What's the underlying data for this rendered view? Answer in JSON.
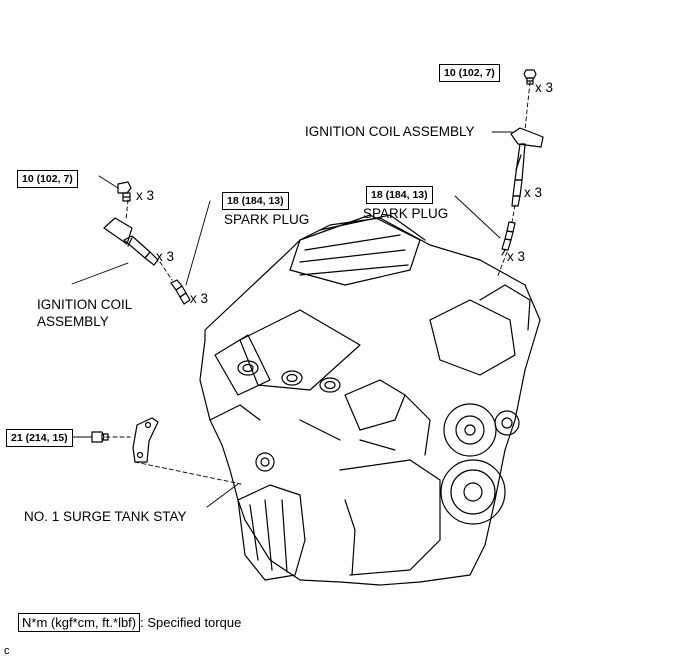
{
  "figure": {
    "callouts": {
      "torque_upper_right": "10 (102, 7)",
      "torque_upper_left": "10 (102, 7)",
      "torque_plug_left": "18 (184, 13)",
      "torque_plug_right": "18 (184, 13)",
      "torque_stay": "21 (214, 15)"
    },
    "labels": {
      "coil_right": "IGNITION COIL ASSEMBLY",
      "spark_left": "SPARK PLUG",
      "spark_right": "SPARK PLUG",
      "coil_left_line1": "IGNITION COIL",
      "coil_left_line2": "ASSEMBLY",
      "stay": "NO. 1 SURGE TANK STAY"
    },
    "quantities": {
      "bolt_right": "x 3",
      "coil_right": "x 3",
      "plug_right": "x 3",
      "bolt_left": "x 3",
      "coil_left": "x 3",
      "plug_left": "x 3"
    },
    "legend": {
      "unit": "N*m (kgf*cm, ft.*lbf)",
      "text": ": Specified torque"
    },
    "code": "c"
  }
}
